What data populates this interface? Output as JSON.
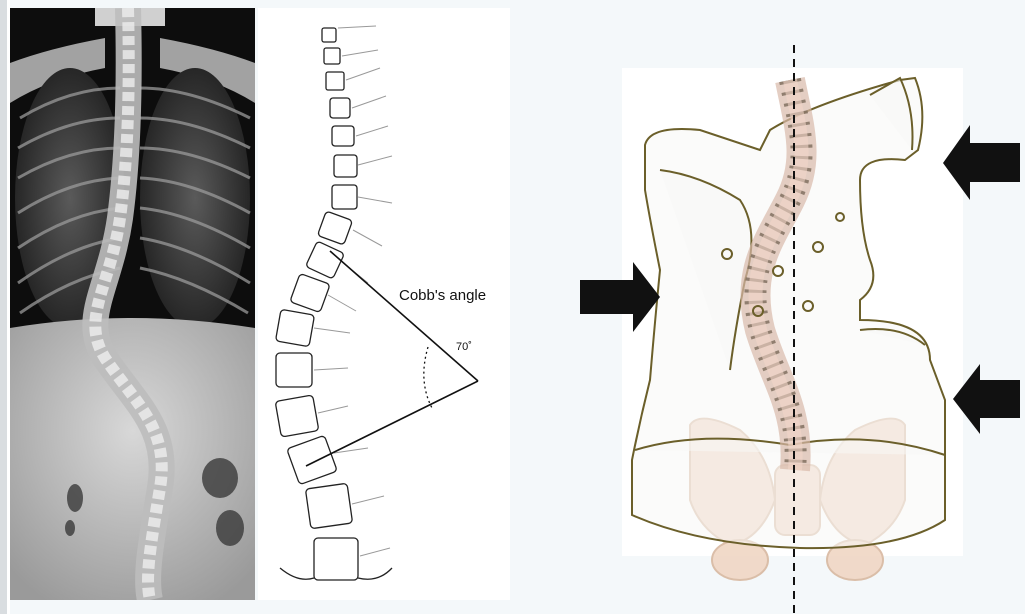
{
  "figure": {
    "panels": {
      "xray": {
        "kind": "radiograph",
        "subject": "spine"
      },
      "diagram": {
        "cobb_label": "Cobb's angle",
        "angle_label": "70˚"
      },
      "brace": {
        "kind": "illustration",
        "icon": "arrow-icon"
      }
    },
    "colors": {
      "page_background": "#f4f8fa",
      "brace_outline": "#6b5f2a",
      "spine_fill": "#f2d5c8",
      "pelvis_fill": "#f0d6c4",
      "arrow": "#111111"
    }
  }
}
